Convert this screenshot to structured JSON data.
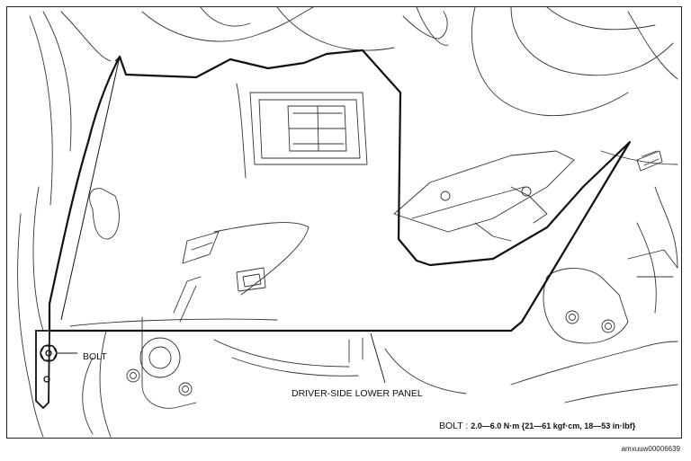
{
  "labels": {
    "bolt": "BOLT",
    "panel": "DRIVER-SIDE LOWER PANEL"
  },
  "spec": {
    "name": "BOLT",
    "separator": " : ",
    "value": "2.0—6.0 N·m {21—61 kgf·cm, 18—53 in·lbf}"
  },
  "reference": "amxuuw00006639"
}
